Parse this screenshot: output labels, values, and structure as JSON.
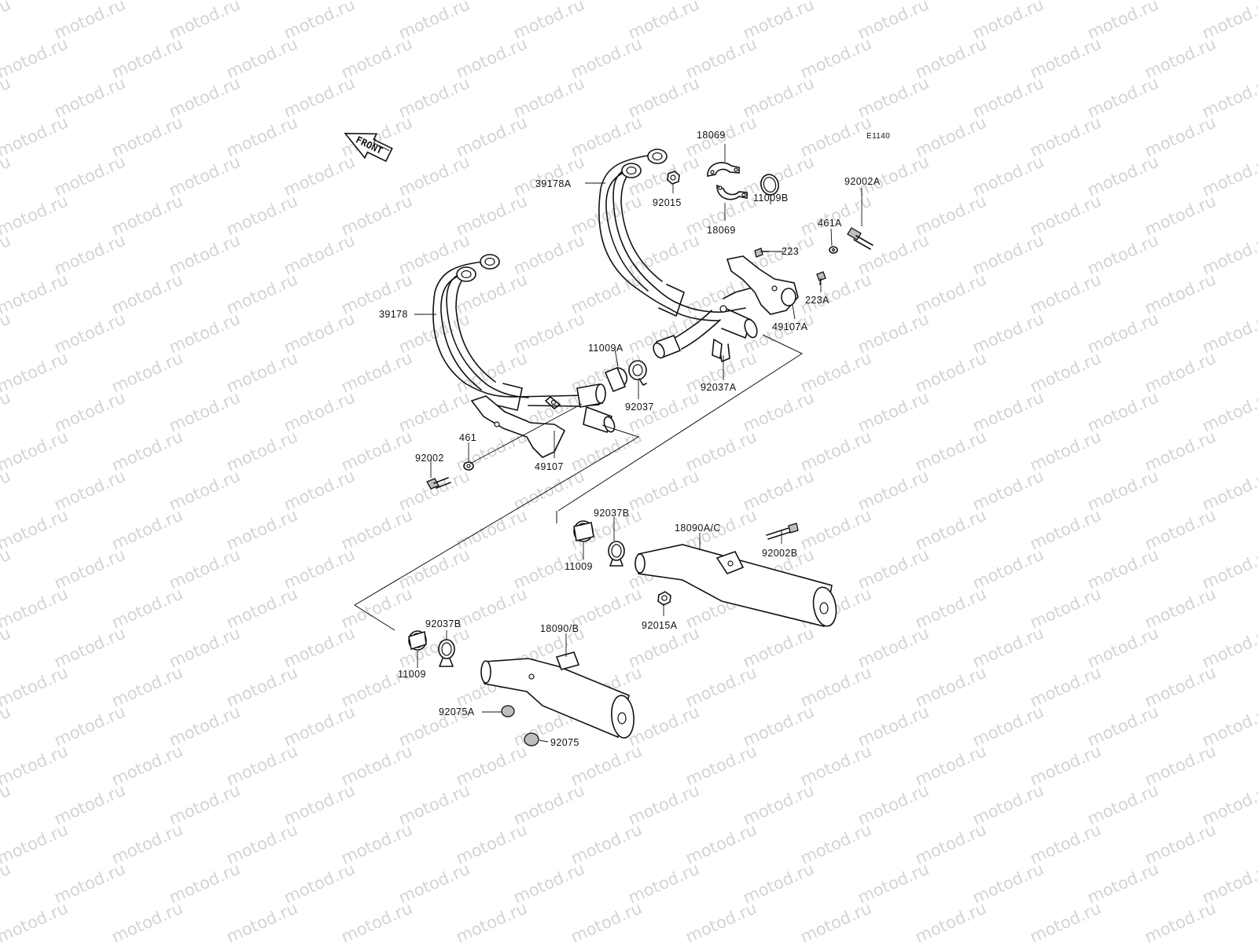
{
  "diagram": {
    "code": "E1140",
    "watermark": "motod.ru",
    "front_label": "FRONT",
    "parts": [
      {
        "id": "p-18069-a",
        "label": "18069"
      },
      {
        "id": "p-18069-b",
        "label": "18069"
      },
      {
        "id": "p-92015",
        "label": "92015"
      },
      {
        "id": "p-39178a",
        "label": "39178A"
      },
      {
        "id": "p-11009b",
        "label": "11009B"
      },
      {
        "id": "p-92002a",
        "label": "92002A"
      },
      {
        "id": "p-461a",
        "label": "461A"
      },
      {
        "id": "p-223",
        "label": "223"
      },
      {
        "id": "p-223a",
        "label": "223A"
      },
      {
        "id": "p-49107a",
        "label": "49107A"
      },
      {
        "id": "p-39178",
        "label": "39178"
      },
      {
        "id": "p-11009a",
        "label": "11009A"
      },
      {
        "id": "p-92037",
        "label": "92037"
      },
      {
        "id": "p-92037a",
        "label": "92037A"
      },
      {
        "id": "p-461",
        "label": "461"
      },
      {
        "id": "p-92002",
        "label": "92002"
      },
      {
        "id": "p-49107",
        "label": "49107"
      },
      {
        "id": "p-92037b-a",
        "label": "92037B"
      },
      {
        "id": "p-18090ac",
        "label": "18090A/C"
      },
      {
        "id": "p-92002b",
        "label": "92002B"
      },
      {
        "id": "p-11009-a",
        "label": "11009"
      },
      {
        "id": "p-92015a",
        "label": "92015A"
      },
      {
        "id": "p-92037b-b",
        "label": "92037B"
      },
      {
        "id": "p-18090b",
        "label": "18090/B"
      },
      {
        "id": "p-11009-b",
        "label": "11009"
      },
      {
        "id": "p-92075a",
        "label": "92075A"
      },
      {
        "id": "p-92075",
        "label": "92075"
      }
    ]
  }
}
